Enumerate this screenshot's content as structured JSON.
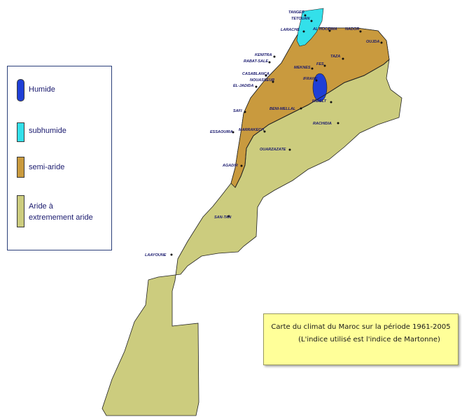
{
  "map": {
    "colors": {
      "humide": "#1f3fd6",
      "subhumide": "#33e0ea",
      "semi_aride": "#c99a3e",
      "aride": "#cccc7e",
      "outline": "#222222",
      "city_marker": "#111111"
    },
    "cities": [
      {
        "name": "TANGER"
      },
      {
        "name": "TETOUAN"
      },
      {
        "name": "LARACHE"
      },
      {
        "name": "AL HOCEIMA"
      },
      {
        "name": "NADOR"
      },
      {
        "name": "OUJDA"
      },
      {
        "name": "KENITRA"
      },
      {
        "name": "RABAT-SALE"
      },
      {
        "name": "TAZA"
      },
      {
        "name": "MEKNES"
      },
      {
        "name": "FES"
      },
      {
        "name": "CASABLANCA"
      },
      {
        "name": "NOUASSEUR"
      },
      {
        "name": "EL-JADIDA"
      },
      {
        "name": "IFRANE"
      },
      {
        "name": "SAFI"
      },
      {
        "name": "BENI-MELLAL"
      },
      {
        "name": "MIDELT"
      },
      {
        "name": "RACHIDIA"
      },
      {
        "name": "ESSAOUIRA"
      },
      {
        "name": "MARRAKECH"
      },
      {
        "name": "OUARZAZATE"
      },
      {
        "name": "AGADIR"
      },
      {
        "name": "SAN-TAN"
      },
      {
        "name": "LAAYOUNE"
      }
    ]
  },
  "legend": {
    "items": [
      {
        "label": "Humide",
        "color": "#1f3fd6"
      },
      {
        "label": "subhumide",
        "color": "#33e0ea"
      },
      {
        "label": "semi-aride",
        "color": "#c99a3e"
      },
      {
        "label_line1": "Aride à",
        "label_line2": "extremement aride",
        "color": "#cccc7e"
      }
    ]
  },
  "caption": {
    "line1": "Carte du climat du Maroc sur la période 1961-2005",
    "line2": "(L'indice utilisé est l'indice de Martonne)"
  }
}
